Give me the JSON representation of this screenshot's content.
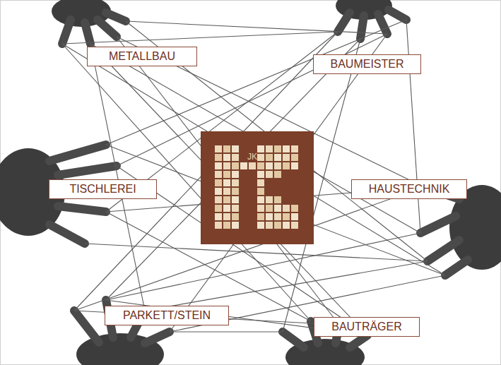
{
  "diagram": {
    "nodes": [
      {
        "text": [
          "METALLBAU"
        ]
      },
      {
        "text": [
          "BAUMEISTER"
        ]
      },
      {
        "text": [
          "JK"
        ]
      },
      {
        "text": [
          "TISCHLEREI"
        ]
      },
      {
        "text": [
          "HAUSTECHNIK"
        ]
      },
      {
        "text": [
          "PARKETT/STEIN"
        ]
      },
      {
        "text": [
          "BAUTRÄGER"
        ]
      }
    ]
  }
}
